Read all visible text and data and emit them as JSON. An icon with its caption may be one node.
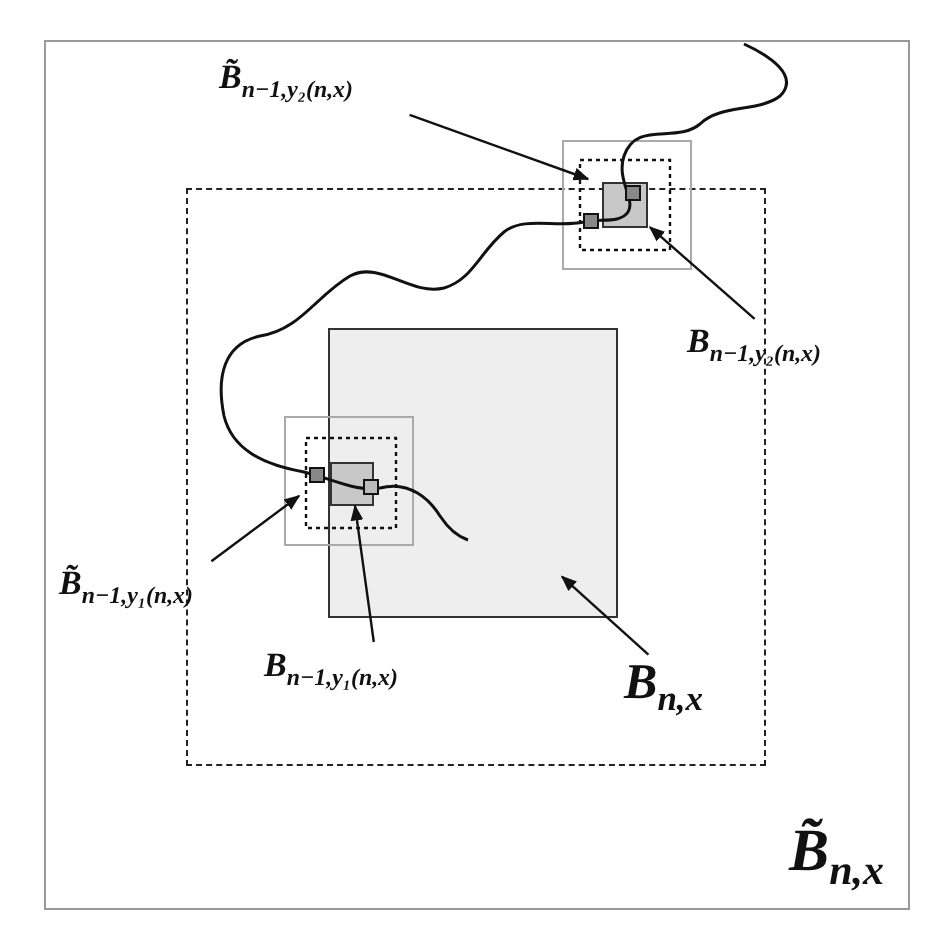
{
  "diagram": {
    "nodes": [
      {
        "text": [
          "B̃$_{n,x}$"
        ]
      },
      {
        "text": [],
        "shape": "box",
        "in": 0
      },
      {
        "text": [],
        "shape": "box",
        "in": 1
      },
      {
        "text": [],
        "shape": "box",
        "in": 0
      },
      {
        "text": [],
        "shape": "box",
        "in": 3
      },
      {
        "text": [],
        "shape": "box",
        "in": 1
      },
      {
        "text": [],
        "shape": "box"
      },
      {
        "text": [
          "B̃$_{n−1,y₂(n,x)}$"
        ],
        "in": 0
      },
      {
        "text": [
          "B$_{n−1,y₂(n,x)}$"
        ],
        "in": 0
      },
      {
        "text": [
          "B̃$_{n−1,y₁(n,x)}$"
        ],
        "in": 0
      },
      {
        "text": [
          "B$_{n−1,y₁(n,x)}$"
        ],
        "in": 1
      },
      {
        "text": [
          "B$_{n,x}$"
        ],
        "in": 1
      }
    ],
    "edges": [
      {
        "from": 7,
        "to": 3,
        "arrow": "to"
      },
      {
        "from": 8,
        "to": 4,
        "arrow": "to"
      },
      {
        "from": 9,
        "to": 5,
        "arrow": "to"
      },
      {
        "from": 10,
        "to": 6,
        "arrow": "to"
      },
      {
        "from": 11,
        "to": 2,
        "arrow": "to"
      }
    ]
  }
}
